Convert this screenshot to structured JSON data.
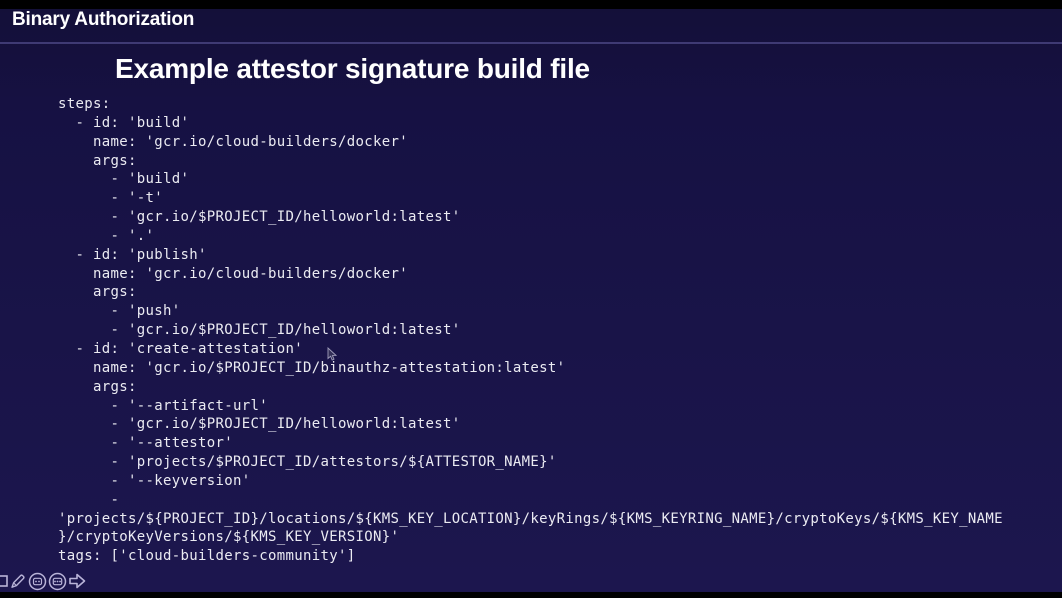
{
  "colors": {
    "background_top": "#141039",
    "background_bottom": "#1c164e",
    "letterbox": "#000000",
    "divider_line": "#736eb9",
    "heading_text": "#ffffff",
    "code_text": "#ebebf2",
    "toolbar_icon": "#b9b4d8"
  },
  "header": {
    "title": "Binary Authorization"
  },
  "slide": {
    "title": "Example attestor signature build file",
    "code_lines": [
      "steps:",
      "  - id: 'build'",
      "    name: 'gcr.io/cloud-builders/docker'",
      "    args:",
      "      - 'build'",
      "      - '-t'",
      "      - 'gcr.io/$PROJECT_ID/helloworld:latest'",
      "      - '.'",
      "  - id: 'publish'",
      "    name: 'gcr.io/cloud-builders/docker'",
      "    args:",
      "      - 'push'",
      "      - 'gcr.io/$PROJECT_ID/helloworld:latest'",
      "  - id: 'create-attestation'",
      "    name: 'gcr.io/$PROJECT_ID/binauthz-attestation:latest'",
      "    args:",
      "      - '--artifact-url'",
      "      - 'gcr.io/$PROJECT_ID/helloworld:latest'",
      "      - '--attestor'",
      "      - 'projects/$PROJECT_ID/attestors/${ATTESTOR_NAME}'",
      "      - '--keyversion'",
      "      -",
      "'projects/${PROJECT_ID}/locations/${KMS_KEY_LOCATION}/keyRings/${KMS_KEYRING_NAME}/cryptoKeys/${KMS_KEY_NAME",
      "}/cryptoKeyVersions/${KMS_KEY_VERSION}'",
      "tags: ['cloud-builders-community']"
    ]
  },
  "toolbar": {
    "icons": [
      "rectangle-tool",
      "pen-tool",
      "stamp-tool",
      "more-options",
      "next-arrow"
    ]
  }
}
